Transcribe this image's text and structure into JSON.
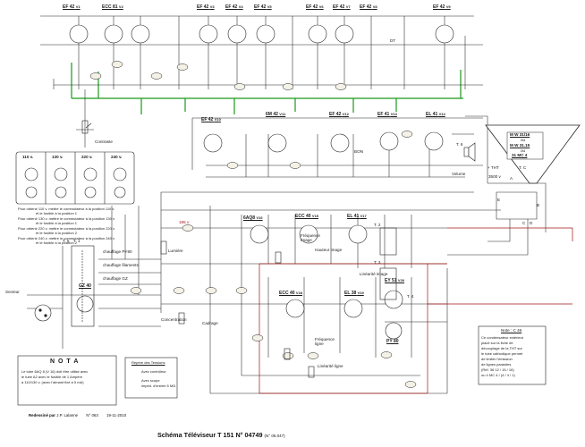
{
  "header_tubes": [
    {
      "name": "EF 42",
      "suffix": "V1"
    },
    {
      "name": "ECC 81",
      "suffix": "V2"
    },
    {
      "name": "EF 42",
      "suffix": "V3"
    },
    {
      "name": "EF 42",
      "suffix": "V4"
    },
    {
      "name": "EF 42",
      "suffix": "V5"
    },
    {
      "name": "EF 42",
      "suffix": "V6"
    },
    {
      "name": "EF 42",
      "suffix": "V7"
    },
    {
      "name": "EF 42",
      "suffix": "V8"
    },
    {
      "name": "EF 42",
      "suffix": "V9"
    }
  ],
  "sound_tubes": [
    {
      "name": "EF 42",
      "suffix": "V10"
    },
    {
      "name": "6M 42",
      "suffix": "V11"
    },
    {
      "name": "EF 42",
      "suffix": "V12"
    },
    {
      "name": "EF 41",
      "suffix": "V13"
    },
    {
      "name": "EL 41",
      "suffix": "V14"
    }
  ],
  "lower_tubes": [
    {
      "name": "6AQ8",
      "suffix": "V16"
    },
    {
      "name": "ECC 40",
      "suffix": "V15"
    },
    {
      "name": "EL 41",
      "suffix": "V17"
    },
    {
      "name": "ECC 40",
      "suffix": "V18"
    },
    {
      "name": "EL 38",
      "suffix": "V19"
    },
    {
      "name": "EY 51",
      "suffix": "V20"
    },
    {
      "name": "PY 80",
      "suffix": ""
    },
    {
      "name": "GZ 40",
      "suffix": ""
    }
  ],
  "labels": {
    "contraste": "Contraste",
    "lumiere": "Lumière",
    "frequence_image": "Fréquence Image",
    "hauteur_image": "Hauteur image",
    "linearite_image": "Linéarité image",
    "frequence_ligne": "Fréquence ligne",
    "linearite_ligne": "Linéarité ligne",
    "concentration": "Concentration",
    "cadrage": "Cadrage",
    "chauffage_py80": "chauffage PY80",
    "chauffage_filaments": "chauffage filaments",
    "chauffage_gz": "chauffage GZ",
    "secteur": "Secteur",
    "volume": "Volume",
    "t1": "T. 1",
    "t2": "T. 2",
    "t3": "T. 3",
    "t4": "T. 4",
    "t5": "T. 5",
    "t6": "T. 6",
    "dt": "DT",
    "bon": "BON",
    "tht": "+ THT",
    "tc": "T. C",
    "crt_v": "3500 v",
    "v195": "195 v",
    "a": "A",
    "b": "B",
    "c": "C",
    "d": "D",
    "e": "E"
  },
  "crt": {
    "models": [
      "M W 31/16",
      "ou",
      "M W 31.15",
      "ou",
      "31 MC 4"
    ]
  },
  "voltage_table": {
    "headers": [
      "110 v.",
      "130 v.",
      "220 v.",
      "240 v."
    ],
    "notes": [
      "Pour obtenir 110 v. mettre le commutateur à la position 110 v.",
      "et le fusible à la position 1",
      "Pour obtenir 130 v. mettre le commutateur à la position 130 v.",
      "et le fusible à la position 1",
      "Pour obtenir 220 v. mettre le commutateur à la position 220 v.",
      "et le fusible à la position 2",
      "Pour obtenir 240 v. mettre le commutateur à la position 240 v.",
      "et le fusible à la position 2"
    ]
  },
  "notice": {
    "title": "N O T A",
    "lines": [
      "Le tube 6AQ 8 (V 16) doit être utilisé avec",
      "le tube A2 avec le fusible de 1 Ampère",
      "à 110/130 v. (avec l'aimant fixé à 5 mA)"
    ]
  },
  "legend": {
    "title": "Repère des Tensions",
    "items": [
      "Avec contrôleur",
      "Avec scope",
      "impéd. d'entrée 5 MΩ"
    ]
  },
  "note_c46": {
    "title": "Note : C 46",
    "lines": [
      "Ce condensateur extérieur",
      "placé sur la fiche de",
      "découplage de la THT sur",
      "le tube cathodique permet",
      "de limiter l'émission",
      "de lignes parasites",
      "(Réf. 36 12 / 15 / 16)",
      "ou 4 MC 4 / (4 / 4 / 1)"
    ]
  },
  "footer": {
    "credit_prefix": "Redessiné par",
    "credit_name": "J.P. Lalanne",
    "credit_ref": "N° 063",
    "credit_date": "19-11-2010",
    "title": "Schéma  Téléviseur    T 151    N° 04749",
    "title_sub": "(N° 05.047)"
  },
  "colors": {
    "wire": "#222222",
    "bus_green": "#1a9a1a",
    "hv_red": "#a31515",
    "tube_fill": "#ffffff",
    "test_point": "#f4f1e6"
  }
}
